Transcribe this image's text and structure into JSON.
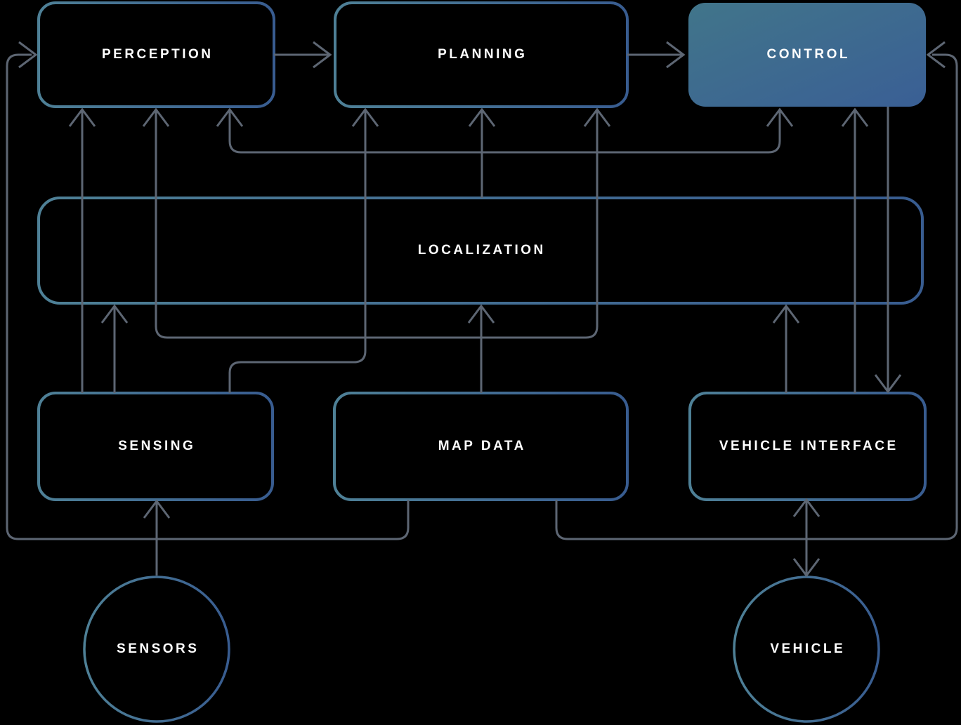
{
  "diagram": {
    "nodes": {
      "perception": {
        "label": "PERCEPTION"
      },
      "planning": {
        "label": "PLANNING"
      },
      "control": {
        "label": "CONTROL"
      },
      "localization": {
        "label": "LOCALIZATION"
      },
      "sensing": {
        "label": "SENSING"
      },
      "map_data": {
        "label": "MAP DATA"
      },
      "vehicle_interface": {
        "label": "VEHICLE INTERFACE"
      },
      "sensors": {
        "label": "SENSORS"
      },
      "vehicle": {
        "label": "VEHICLE"
      }
    },
    "edges": [
      {
        "from": "SENSORS",
        "to": "SENSING",
        "direction": "one-way"
      },
      {
        "from": "SENSING",
        "to": "PERCEPTION",
        "direction": "one-way"
      },
      {
        "from": "SENSING",
        "to": "LOCALIZATION",
        "direction": "one-way"
      },
      {
        "from": "SENSING",
        "to": "PLANNING",
        "direction": "one-way"
      },
      {
        "from": "PERCEPTION",
        "to": "PLANNING",
        "direction": "one-way"
      },
      {
        "from": "PLANNING",
        "to": "CONTROL",
        "direction": "one-way"
      },
      {
        "from": "LOCALIZATION",
        "to": "PERCEPTION",
        "direction": "one-way"
      },
      {
        "from": "LOCALIZATION",
        "to": "PLANNING",
        "direction": "one-way"
      },
      {
        "from": "LOCALIZATION",
        "to": "CONTROL",
        "direction": "one-way"
      },
      {
        "from": "MAP DATA",
        "to": "LOCALIZATION",
        "direction": "one-way"
      },
      {
        "from": "MAP DATA",
        "to": "PERCEPTION",
        "direction": "one-way"
      },
      {
        "from": "MAP DATA",
        "to": "PLANNING",
        "direction": "one-way"
      },
      {
        "from": "MAP DATA",
        "to": "CONTROL",
        "direction": "one-way"
      },
      {
        "from": "VEHICLE INTERFACE",
        "to": "LOCALIZATION",
        "direction": "one-way"
      },
      {
        "from": "VEHICLE INTERFACE",
        "to": "CONTROL",
        "direction": "one-way"
      },
      {
        "from": "CONTROL",
        "to": "VEHICLE INTERFACE",
        "direction": "one-way"
      },
      {
        "from": "VEHICLE INTERFACE",
        "to": "VEHICLE",
        "direction": "two-way"
      }
    ],
    "colors": {
      "background": "#000000",
      "border_teal": "#4e8096",
      "border_blue": "#385c90",
      "control_fill_teal": "#41758a",
      "control_fill_blue": "#3a5f95",
      "line_gray": "#5d6673",
      "label_text": "#ffffff"
    }
  }
}
